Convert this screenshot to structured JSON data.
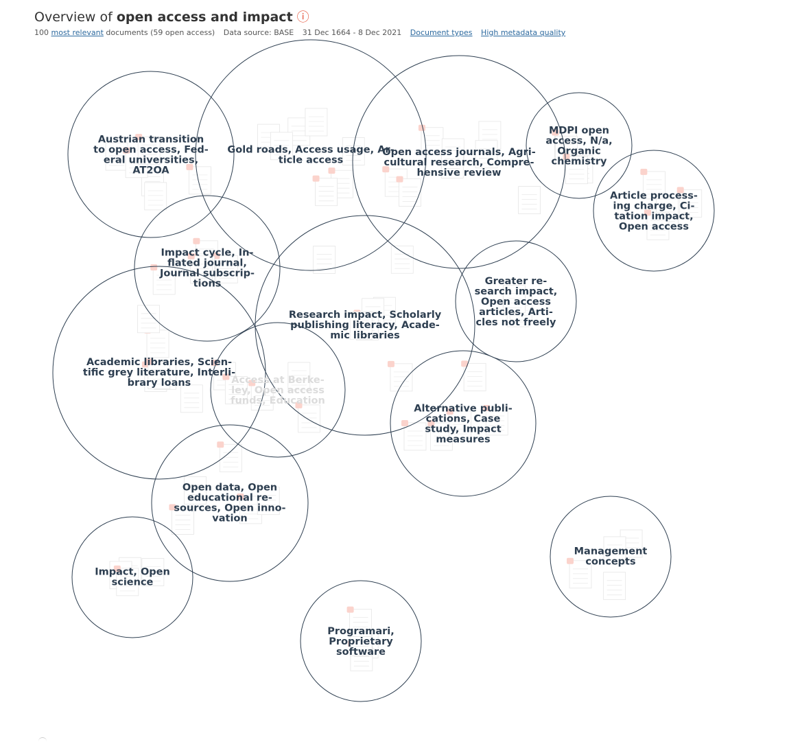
{
  "header": {
    "title_prefix": "Overview of ",
    "title_query": "open access and impact",
    "info_icon": "info-icon",
    "doc_count": "100",
    "sort_link": "most relevant",
    "doc_text": "documents (59 open access)",
    "data_source": "Data source: BASE",
    "date_range": "31 Dec 1664 - 8 Dec 2021",
    "doc_types_link": "Document types",
    "metadata_link": "High metadata quality"
  },
  "colors": {
    "bubble_stroke": "#2d3e50",
    "label": "#2d3e50",
    "faded_label": "#dcdcdc",
    "accent": "#e55137",
    "link": "#2d6a9f"
  },
  "bubbles": [
    {
      "name": "bubble-austrian-transition",
      "lines": [
        "Austrian transition",
        "to open access, Fed-",
        "eral universities,",
        "AT2OA"
      ],
      "faded": false
    },
    {
      "name": "bubble-gold-roads",
      "lines": [
        "Gold roads, Access usage, Ar-",
        "ticle access"
      ],
      "faded": false
    },
    {
      "name": "bubble-open-access-journals",
      "lines": [
        "Open access journals, Agri-",
        "cultural research, Compre-",
        "hensive review"
      ],
      "faded": false
    },
    {
      "name": "bubble-mdpi",
      "lines": [
        "MDPI open",
        "access, N/a,",
        "Organic",
        "chemistry"
      ],
      "faded": false
    },
    {
      "name": "bubble-article-processing",
      "lines": [
        "Article process-",
        "ing charge, Ci-",
        "tation impact,",
        "Open access"
      ],
      "faded": false
    },
    {
      "name": "bubble-impact-cycle",
      "lines": [
        "Impact cycle, In-",
        "flated journal,",
        "Journal subscrip-",
        "tions"
      ],
      "faded": false
    },
    {
      "name": "bubble-research-impact",
      "lines": [
        "Research impact, Scholarly",
        "publishing literacy, Acade-",
        "mic libraries"
      ],
      "faded": false
    },
    {
      "name": "bubble-greater-research",
      "lines": [
        "Greater re-",
        "search impact,",
        "Open access",
        "articles, Arti-",
        "cles not freely"
      ],
      "faded": false
    },
    {
      "name": "bubble-academic-libraries",
      "lines": [
        "Academic libraries, Scien-",
        "tific grey literature, Interli-",
        "brary loans"
      ],
      "faded": false
    },
    {
      "name": "bubble-access-berkeley",
      "lines": [
        "Access at Berke-",
        "ley, Open access",
        "funds, Education"
      ],
      "faded": true
    },
    {
      "name": "bubble-alternative-publications",
      "lines": [
        "Alternative publi-",
        "cations, Case",
        "study, Impact",
        "measures"
      ],
      "faded": false
    },
    {
      "name": "bubble-open-data",
      "lines": [
        "Open data, Open",
        "educational re-",
        "sources, Open inno-",
        "vation"
      ],
      "faded": false
    },
    {
      "name": "bubble-impact-open-science",
      "lines": [
        "Impact, Open",
        "science"
      ],
      "faded": false
    },
    {
      "name": "bubble-management-concepts",
      "lines": [
        "Management",
        "concepts"
      ],
      "faded": false
    },
    {
      "name": "bubble-programari",
      "lines": [
        "Programari,",
        "Proprietary",
        "software"
      ],
      "faded": false
    }
  ]
}
